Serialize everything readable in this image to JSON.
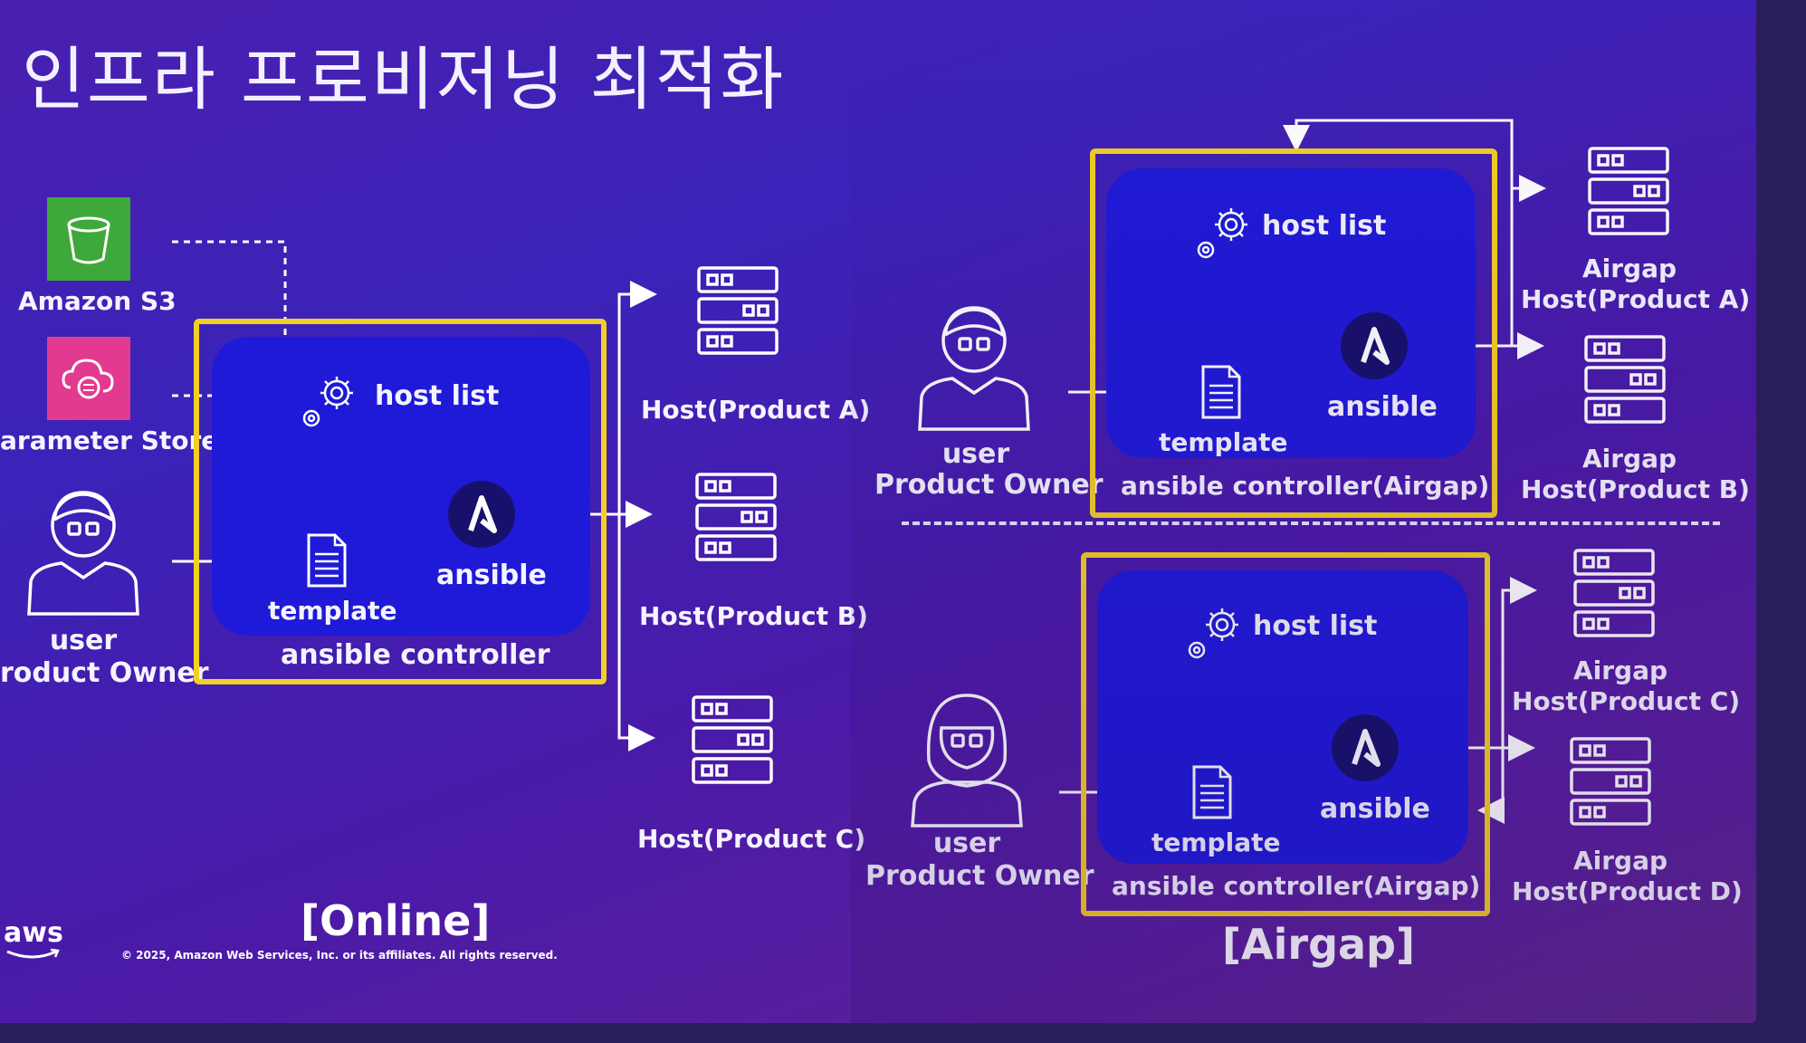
{
  "title": "인프라 프로비저닝 최적화",
  "colors": {
    "highlight_box": "#f2cf24",
    "controller_fill": "#1f1ad8",
    "s3": "#3fa83a",
    "parameter_store": "#e23a8f"
  },
  "online": {
    "sources": [
      {
        "label": "Amazon S3",
        "icon": "s3-bucket-icon"
      },
      {
        "label": "arameter Store",
        "icon": "parameter-store-icon"
      }
    ],
    "user": {
      "line1": "user",
      "line2": "roduct Owner"
    },
    "controller": {
      "host_list": "host list",
      "template": "template",
      "ansible": "ansible",
      "caption": "ansible controller"
    },
    "hosts": [
      "Host(Product A)",
      "Host(Product B)",
      "Host(Product C)"
    ],
    "mode_label": "[Online]"
  },
  "airgap": {
    "panels": [
      {
        "user": {
          "line1": "user",
          "line2": "Product Owner"
        },
        "controller": {
          "host_list": "host list",
          "template": "template",
          "ansible": "ansible",
          "caption": "ansible controller(Airgap)"
        },
        "hosts": [
          {
            "line1": "Airgap",
            "line2": "Host(Product A)"
          },
          {
            "line1": "Airgap",
            "line2": "Host(Product B)"
          }
        ]
      },
      {
        "user": {
          "line1": "user",
          "line2": "Product Owner"
        },
        "controller": {
          "host_list": "host list",
          "template": "template",
          "ansible": "ansible",
          "caption": "ansible controller(Airgap)"
        },
        "hosts": [
          {
            "line1": "Airgap",
            "line2": "Host(Product C)"
          },
          {
            "line1": "Airgap",
            "line2": "Host(Product D)"
          }
        ]
      }
    ],
    "mode_label": "[Airgap]"
  },
  "footer": {
    "logo": "aws",
    "copyright": "© 2025, Amazon Web Services, Inc. or its affiliates. All rights reserved."
  }
}
